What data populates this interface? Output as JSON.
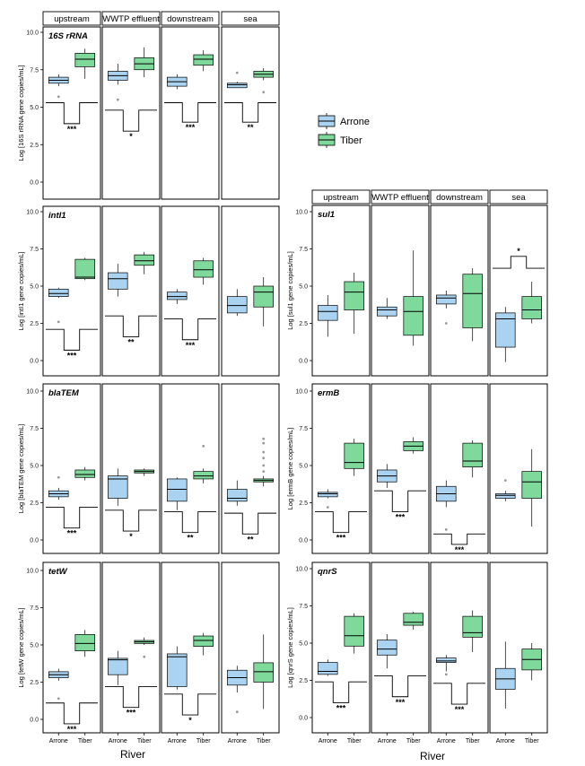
{
  "figure": {
    "x_axis_title": "River",
    "sites": [
      "upstream",
      "WWTP effluent",
      "downstream",
      "sea"
    ],
    "categories": [
      "Arrone",
      "Tiber"
    ],
    "legend": [
      {
        "name": "Arrone",
        "color": "#a9d3f0"
      },
      {
        "name": "Tiber",
        "color": "#7fd99b"
      }
    ],
    "y_ticks": [
      "0.0",
      "2.5",
      "5.0",
      "7.5",
      "10.0"
    ],
    "colors": {
      "arrone": "#a9d3f0",
      "tiber": "#7fd99b",
      "outlier": "#999999",
      "line": "#000000"
    }
  },
  "chart_data": [
    {
      "type": "box",
      "gene": "16S rRNA",
      "ylabel": "Log [16S rRNA gene copies/mL]",
      "ylim": [
        0,
        10
      ],
      "panels": [
        {
          "site": "upstream",
          "arrone": {
            "min": 6.4,
            "q1": 6.6,
            "median": 6.8,
            "q3": 7.0,
            "max": 7.2,
            "outliers": [
              5.7
            ]
          },
          "tiber": {
            "min": 6.9,
            "q1": 7.7,
            "median": 8.2,
            "q3": 8.6,
            "max": 8.9,
            "outliers": []
          },
          "sig": {
            "label": "***",
            "y": 5.3,
            "depth": 1.4
          }
        },
        {
          "site": "WWTP effluent",
          "arrone": {
            "min": 6.5,
            "q1": 6.8,
            "median": 7.1,
            "q3": 7.4,
            "max": 7.9,
            "outliers": [
              5.5
            ]
          },
          "tiber": {
            "min": 7.0,
            "q1": 7.5,
            "median": 7.9,
            "q3": 8.3,
            "max": 9.0,
            "outliers": []
          },
          "sig": {
            "label": "*",
            "y": 4.8,
            "depth": 1.4
          }
        },
        {
          "site": "downstream",
          "arrone": {
            "min": 6.2,
            "q1": 6.4,
            "median": 6.7,
            "q3": 7.0,
            "max": 7.2,
            "outliers": []
          },
          "tiber": {
            "min": 7.4,
            "q1": 7.8,
            "median": 8.2,
            "q3": 8.5,
            "max": 8.8,
            "outliers": []
          },
          "sig": {
            "label": "***",
            "y": 5.3,
            "depth": 1.3
          }
        },
        {
          "site": "sea",
          "arrone": {
            "min": 6.3,
            "q1": 6.3,
            "median": 6.5,
            "q3": 6.6,
            "max": 6.7,
            "outliers": [
              7.3
            ]
          },
          "tiber": {
            "min": 6.8,
            "q1": 7.0,
            "median": 7.2,
            "q3": 7.4,
            "max": 7.6,
            "outliers": [
              6.0
            ]
          },
          "sig": {
            "label": "**",
            "y": 5.3,
            "depth": 1.3
          }
        }
      ]
    },
    {
      "type": "box",
      "gene": "intI1",
      "ylabel": "Log [intI1 gene copies/mL]",
      "ylim": [
        0,
        10
      ],
      "panels": [
        {
          "site": "upstream",
          "arrone": {
            "min": 4.2,
            "q1": 4.3,
            "median": 4.5,
            "q3": 4.8,
            "max": 4.9,
            "outliers": [
              2.6
            ]
          },
          "tiber": {
            "min": 5.4,
            "q1": 5.5,
            "median": 5.6,
            "q3": 6.8,
            "max": 6.9,
            "outliers": []
          },
          "sig": {
            "label": "***",
            "y": 2.1,
            "depth": 1.4
          }
        },
        {
          "site": "WWTP effluent",
          "arrone": {
            "min": 4.3,
            "q1": 4.8,
            "median": 5.5,
            "q3": 5.9,
            "max": 6.5,
            "outliers": []
          },
          "tiber": {
            "min": 5.8,
            "q1": 6.4,
            "median": 6.7,
            "q3": 7.1,
            "max": 7.3,
            "outliers": []
          },
          "sig": {
            "label": "**",
            "y": 3.0,
            "depth": 1.4
          }
        },
        {
          "site": "downstream",
          "arrone": {
            "min": 3.8,
            "q1": 4.1,
            "median": 4.3,
            "q3": 4.6,
            "max": 4.8,
            "outliers": []
          },
          "tiber": {
            "min": 5.1,
            "q1": 5.6,
            "median": 6.1,
            "q3": 6.7,
            "max": 6.9,
            "outliers": []
          },
          "sig": {
            "label": "***",
            "y": 2.8,
            "depth": 1.4
          }
        },
        {
          "site": "sea",
          "arrone": {
            "min": 3.0,
            "q1": 3.2,
            "median": 3.7,
            "q3": 4.3,
            "max": 4.8,
            "outliers": []
          },
          "tiber": {
            "min": 2.3,
            "q1": 3.6,
            "median": 4.6,
            "q3": 5.0,
            "max": 5.6,
            "outliers": []
          },
          "sig": null
        }
      ]
    },
    {
      "type": "box",
      "gene": "blaTEM",
      "ylabel": "Log [blaTEM gene copies/mL]",
      "ylim": [
        0,
        10
      ],
      "panels": [
        {
          "site": "upstream",
          "arrone": {
            "min": 2.7,
            "q1": 2.9,
            "median": 3.1,
            "q3": 3.3,
            "max": 3.5,
            "outliers": [
              4.2
            ]
          },
          "tiber": {
            "min": 4.0,
            "q1": 4.2,
            "median": 4.4,
            "q3": 4.7,
            "max": 4.9,
            "outliers": []
          },
          "sig": {
            "label": "***",
            "y": 2.2,
            "depth": 1.4
          }
        },
        {
          "site": "WWTP effluent",
          "arrone": {
            "min": 2.3,
            "q1": 2.8,
            "median": 4.1,
            "q3": 4.3,
            "max": 4.8,
            "outliers": []
          },
          "tiber": {
            "min": 4.3,
            "q1": 4.5,
            "median": 4.6,
            "q3": 4.7,
            "max": 4.8,
            "outliers": []
          },
          "sig": {
            "label": "*",
            "y": 2.0,
            "depth": 1.4
          }
        },
        {
          "site": "downstream",
          "arrone": {
            "min": 2.0,
            "q1": 2.6,
            "median": 3.4,
            "q3": 4.1,
            "max": 4.2,
            "outliers": []
          },
          "tiber": {
            "min": 3.8,
            "q1": 4.1,
            "median": 4.3,
            "q3": 4.6,
            "max": 4.8,
            "outliers": [
              6.3
            ]
          },
          "sig": {
            "label": "**",
            "y": 1.9,
            "depth": 1.4
          }
        },
        {
          "site": "sea",
          "arrone": {
            "min": 2.3,
            "q1": 2.6,
            "median": 2.8,
            "q3": 3.4,
            "max": 4.0,
            "outliers": []
          },
          "tiber": {
            "min": 3.6,
            "q1": 3.9,
            "median": 4.0,
            "q3": 4.1,
            "max": 4.3,
            "outliers": [
              6.8,
              6.5,
              5.9,
              5.5,
              5.0,
              4.6
            ]
          },
          "sig": {
            "label": "**",
            "y": 1.8,
            "depth": 1.4
          }
        }
      ]
    },
    {
      "type": "box",
      "gene": "tetW",
      "ylabel": "Log [tetW gene copies/mL]",
      "ylim": [
        0,
        10
      ],
      "panels": [
        {
          "site": "upstream",
          "arrone": {
            "min": 2.6,
            "q1": 2.8,
            "median": 3.0,
            "q3": 3.2,
            "max": 3.4,
            "outliers": [
              1.4
            ]
          },
          "tiber": {
            "min": 4.2,
            "q1": 4.6,
            "median": 5.1,
            "q3": 5.7,
            "max": 6.0,
            "outliers": []
          },
          "sig": {
            "label": "***",
            "y": 1.1,
            "depth": 1.4
          }
        },
        {
          "site": "WWTP effluent",
          "arrone": {
            "min": 2.3,
            "q1": 3.0,
            "median": 4.0,
            "q3": 4.1,
            "max": 4.6,
            "outliers": []
          },
          "tiber": {
            "min": 5.0,
            "q1": 5.1,
            "median": 5.2,
            "q3": 5.3,
            "max": 5.5,
            "outliers": [
              4.2
            ]
          },
          "sig": {
            "label": "***",
            "y": 2.2,
            "depth": 1.4
          }
        },
        {
          "site": "downstream",
          "arrone": {
            "min": 2.0,
            "q1": 2.2,
            "median": 4.2,
            "q3": 4.4,
            "max": 4.9,
            "outliers": []
          },
          "tiber": {
            "min": 4.3,
            "q1": 4.9,
            "median": 5.3,
            "q3": 5.6,
            "max": 5.8,
            "outliers": []
          },
          "sig": {
            "label": "*",
            "y": 1.7,
            "depth": 1.4
          }
        },
        {
          "site": "sea",
          "arrone": {
            "min": 1.8,
            "q1": 2.3,
            "median": 2.8,
            "q3": 3.3,
            "max": 3.6,
            "outliers": [
              0.5
            ]
          },
          "tiber": {
            "min": 0.7,
            "q1": 2.5,
            "median": 3.2,
            "q3": 3.8,
            "max": 5.7,
            "outliers": []
          },
          "sig": null
        }
      ]
    },
    {
      "type": "box",
      "gene": "sul1",
      "ylabel": "Log [sul1 gene copies/mL]",
      "ylim": [
        0,
        10
      ],
      "panels": [
        {
          "site": "upstream",
          "arrone": {
            "min": 1.6,
            "q1": 2.7,
            "median": 3.3,
            "q3": 3.7,
            "max": 4.4,
            "outliers": []
          },
          "tiber": {
            "min": 1.8,
            "q1": 3.4,
            "median": 4.6,
            "q3": 5.3,
            "max": 5.9,
            "outliers": []
          },
          "sig": null
        },
        {
          "site": "WWTP effluent",
          "arrone": {
            "min": 2.8,
            "q1": 3.0,
            "median": 3.4,
            "q3": 3.6,
            "max": 4.2,
            "outliers": []
          },
          "tiber": {
            "min": 1.0,
            "q1": 1.7,
            "median": 3.3,
            "q3": 4.3,
            "max": 7.4,
            "outliers": []
          },
          "sig": null
        },
        {
          "site": "downstream",
          "arrone": {
            "min": 3.5,
            "q1": 3.8,
            "median": 4.2,
            "q3": 4.4,
            "max": 4.7,
            "outliers": [
              2.5
            ]
          },
          "tiber": {
            "min": 1.3,
            "q1": 2.2,
            "median": 4.5,
            "q3": 5.8,
            "max": 6.2,
            "outliers": []
          },
          "sig": null
        },
        {
          "site": "sea",
          "arrone": {
            "min": -0.1,
            "q1": 0.9,
            "median": 2.8,
            "q3": 3.2,
            "max": 3.6,
            "outliers": []
          },
          "tiber": {
            "min": 2.5,
            "q1": 2.8,
            "median": 3.4,
            "q3": 4.3,
            "max": 5.3,
            "outliers": []
          },
          "sig": {
            "label": "*",
            "y": 6.2,
            "depth": -0.8
          }
        }
      ]
    },
    {
      "type": "box",
      "gene": "ermB",
      "ylabel": "Log [ermB gene copies/mL]",
      "ylim": [
        0,
        10
      ],
      "panels": [
        {
          "site": "upstream",
          "arrone": {
            "min": 2.8,
            "q1": 2.9,
            "median": 3.1,
            "q3": 3.2,
            "max": 3.4,
            "outliers": [
              2.2
            ]
          },
          "tiber": {
            "min": 4.3,
            "q1": 4.8,
            "median": 5.2,
            "q3": 6.5,
            "max": 6.8,
            "outliers": []
          },
          "sig": {
            "label": "***",
            "y": 1.9,
            "depth": 1.4
          }
        },
        {
          "site": "WWTP effluent",
          "arrone": {
            "min": 3.5,
            "q1": 3.9,
            "median": 4.3,
            "q3": 4.7,
            "max": 5.1,
            "outliers": []
          },
          "tiber": {
            "min": 5.8,
            "q1": 6.0,
            "median": 6.3,
            "q3": 6.6,
            "max": 6.9,
            "outliers": []
          },
          "sig": {
            "label": "***",
            "y": 3.3,
            "depth": 1.4
          }
        },
        {
          "site": "downstream",
          "arrone": {
            "min": 2.2,
            "q1": 2.6,
            "median": 3.1,
            "q3": 3.6,
            "max": 4.0,
            "outliers": [
              0.7
            ]
          },
          "tiber": {
            "min": 4.2,
            "q1": 4.9,
            "median": 5.3,
            "q3": 6.5,
            "max": 6.7,
            "outliers": []
          },
          "sig": {
            "label": "***",
            "y": 0.4,
            "depth": 0.7
          }
        },
        {
          "site": "sea",
          "arrone": {
            "min": 2.6,
            "q1": 2.8,
            "median": 3.0,
            "q3": 3.1,
            "max": 3.3,
            "outliers": [
              4.0
            ]
          },
          "tiber": {
            "min": 0.9,
            "q1": 2.8,
            "median": 3.9,
            "q3": 4.6,
            "max": 6.1,
            "outliers": []
          },
          "sig": null
        }
      ]
    },
    {
      "type": "box",
      "gene": "qnrS",
      "ylabel": "Log [qnrS gene copies/mL]",
      "ylim": [
        0,
        10
      ],
      "panels": [
        {
          "site": "upstream",
          "arrone": {
            "min": 2.8,
            "q1": 2.9,
            "median": 3.1,
            "q3": 3.7,
            "max": 3.9,
            "outliers": []
          },
          "tiber": {
            "min": 4.3,
            "q1": 4.8,
            "median": 5.5,
            "q3": 6.8,
            "max": 7.0,
            "outliers": []
          },
          "sig": {
            "label": "***",
            "y": 2.4,
            "depth": 1.4
          }
        },
        {
          "site": "WWTP effluent",
          "arrone": {
            "min": 3.3,
            "q1": 4.2,
            "median": 4.6,
            "q3": 5.2,
            "max": 5.6,
            "outliers": []
          },
          "tiber": {
            "min": 5.9,
            "q1": 6.2,
            "median": 6.4,
            "q3": 7.0,
            "max": 7.1,
            "outliers": []
          },
          "sig": {
            "label": "***",
            "y": 2.8,
            "depth": 1.4
          }
        },
        {
          "site": "downstream",
          "arrone": {
            "min": 3.1,
            "q1": 3.7,
            "median": 3.8,
            "q3": 4.0,
            "max": 4.2,
            "outliers": [
              2.9
            ]
          },
          "tiber": {
            "min": 4.4,
            "q1": 5.4,
            "median": 5.7,
            "q3": 6.8,
            "max": 7.2,
            "outliers": []
          },
          "sig": {
            "label": "***",
            "y": 2.3,
            "depth": 1.4
          }
        },
        {
          "site": "sea",
          "arrone": {
            "min": 0.6,
            "q1": 1.9,
            "median": 2.6,
            "q3": 3.3,
            "max": 5.1,
            "outliers": []
          },
          "tiber": {
            "min": 2.5,
            "q1": 3.2,
            "median": 3.9,
            "q3": 4.6,
            "max": 5.0,
            "outliers": []
          },
          "sig": null
        }
      ]
    }
  ]
}
